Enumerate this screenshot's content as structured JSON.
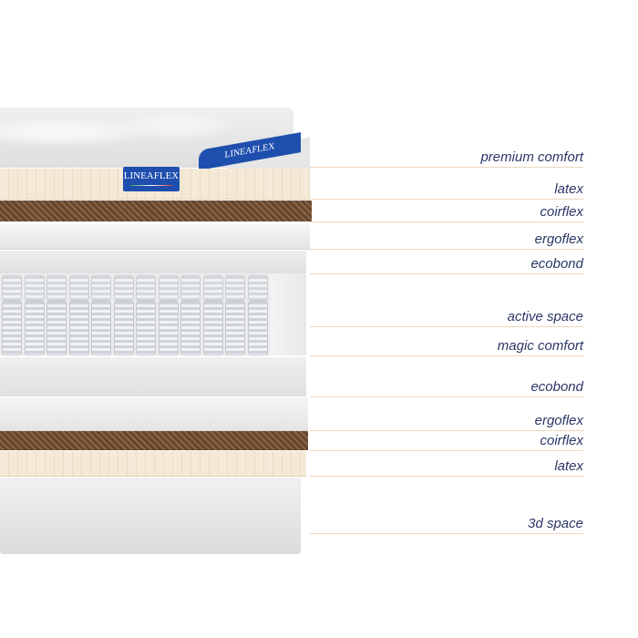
{
  "brand": {
    "logo_text": "LINEAFLEX"
  },
  "layers": [
    {
      "label": "premium comfort"
    },
    {
      "label": "latex"
    },
    {
      "label": "coirflex"
    },
    {
      "label": "ergoflex"
    },
    {
      "label": "ecobond"
    },
    {
      "label": "active space"
    },
    {
      "label": "magic comfort"
    },
    {
      "label": "ecobond"
    },
    {
      "label": "ergoflex"
    },
    {
      "label": "coirflex"
    },
    {
      "label": "latex"
    },
    {
      "label": "3d space"
    }
  ],
  "colors": {
    "label_text": "#2b3766",
    "leader_line": "#f0d6bb",
    "brand_blue": "#1f4fae"
  }
}
